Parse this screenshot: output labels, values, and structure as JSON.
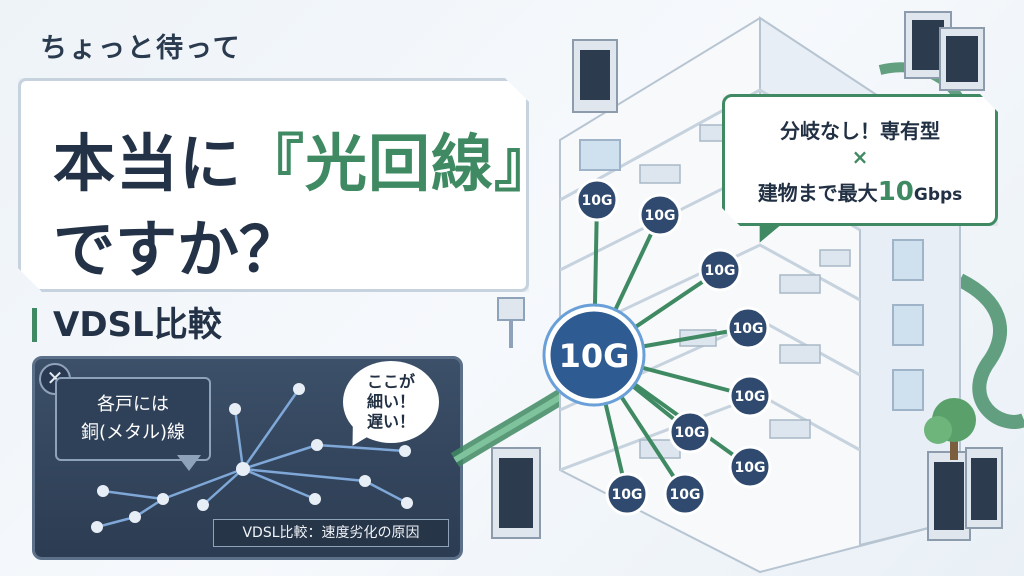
{
  "header": {
    "kicker": "ちょっと待って",
    "title_prefix": "本当に",
    "title_highlight": "『光回線』",
    "title_line2": "ですか？"
  },
  "vdsl_section": {
    "heading": "VDSL比較",
    "close_icon": "close-icon",
    "copper_label_line1": "各戸には",
    "copper_label_line2": "銅(メタル)線",
    "complaint_line1": "ここが",
    "complaint_line2": "細い！",
    "complaint_line3": "遅い！",
    "caption": "VDSL比較：速度劣化の原因"
  },
  "fiber_callout": {
    "line1": "分岐なし！専有型",
    "times": "×",
    "line2_prefix": "建物まで最大",
    "line2_value": "10",
    "line2_unit": "Gbps"
  },
  "building": {
    "hub_label": "10G",
    "unit_label": "10G",
    "unit_count": 10
  },
  "colors": {
    "accent_green": "#3f8a62",
    "navy": "#233246",
    "panel_dark": "#2c3c52",
    "node_blue": "#2f5b93"
  }
}
